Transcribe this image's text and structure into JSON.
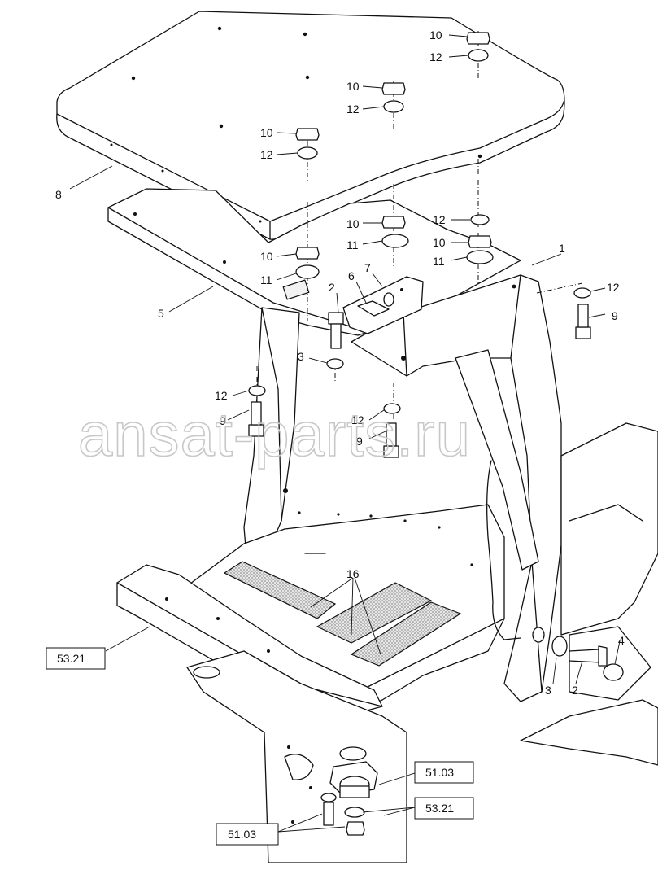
{
  "watermark": "ansat-parts.ru",
  "callouts": {
    "c1": "1",
    "c2a": "2",
    "c2b": "2",
    "c3a": "3",
    "c3b": "3",
    "c4": "4",
    "c5": "5",
    "c6": "6",
    "c7": "7",
    "c8": "8",
    "c9a": "9",
    "c9b": "9",
    "c9c": "9",
    "c10a": "10",
    "c10b": "10",
    "c10c": "10",
    "c10d": "10",
    "c10e": "10",
    "c10f": "10",
    "c11a": "11",
    "c11b": "11",
    "c11c": "11",
    "c12a": "12",
    "c12b": "12",
    "c12c": "12",
    "c12d": "12",
    "c12e": "12",
    "c12f": "12",
    "c12g": "12",
    "c16": "16"
  },
  "references": {
    "r1": "53.21",
    "r2": "51.03",
    "r3": "53.21",
    "r4": "51.03"
  }
}
